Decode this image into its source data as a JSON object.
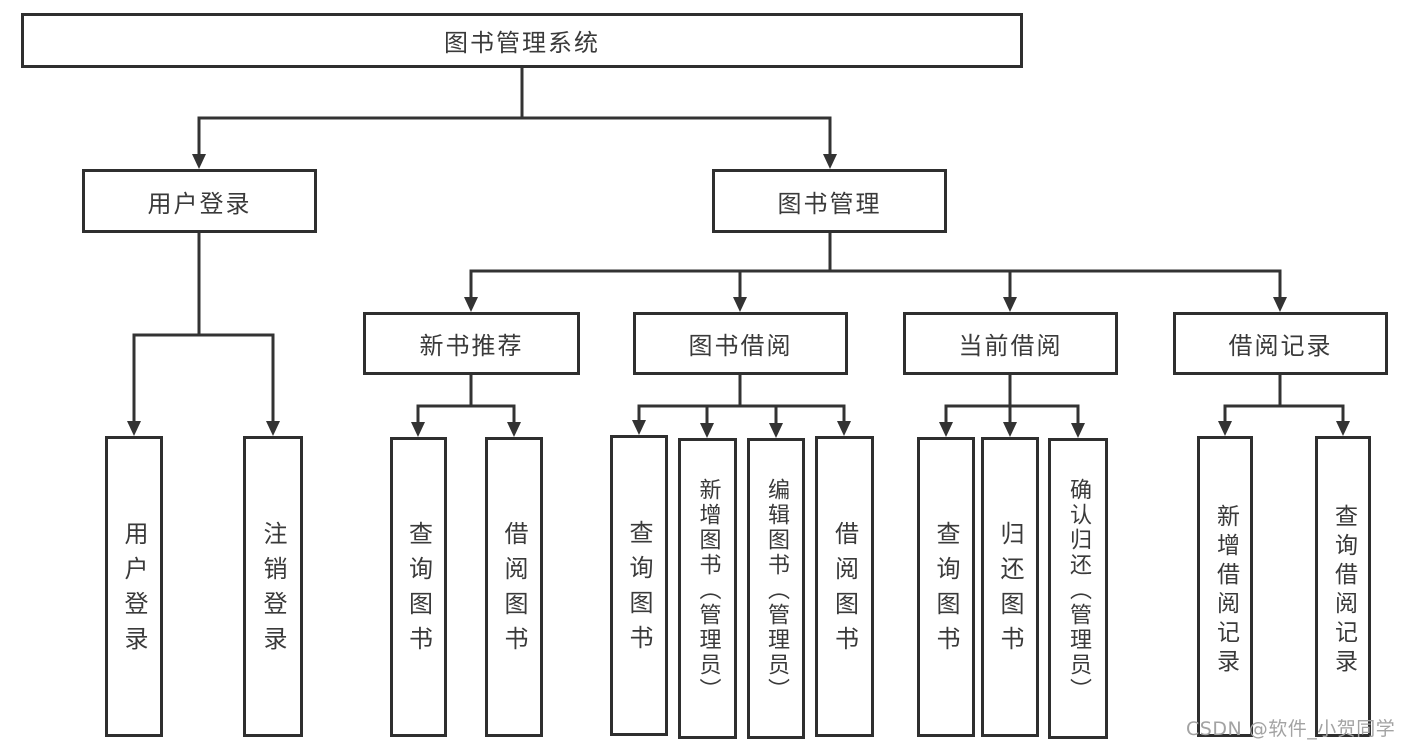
{
  "diagram": {
    "title": "图书管理系统",
    "watermark": "CSDN @软件_小贺同学",
    "colors": {
      "line": "#333333",
      "box_border": "#2f2f2f",
      "text": "#3a3a3a",
      "watermark": "#a3a3a3",
      "background": "#ffffff"
    },
    "nodes": [
      {
        "id": "root",
        "label": "图书管理系统",
        "parent": null,
        "orientation": "horizontal"
      },
      {
        "id": "user-login",
        "label": "用户登录",
        "parent": "root",
        "orientation": "horizontal"
      },
      {
        "id": "book-management",
        "label": "图书管理",
        "parent": "root",
        "orientation": "horizontal"
      },
      {
        "id": "new-book-recommendation",
        "label": "新书推荐",
        "parent": "book-management",
        "orientation": "horizontal"
      },
      {
        "id": "book-borrowing",
        "label": "图书借阅",
        "parent": "book-management",
        "orientation": "horizontal"
      },
      {
        "id": "current-borrowing",
        "label": "当前借阅",
        "parent": "book-management",
        "orientation": "horizontal"
      },
      {
        "id": "borrowing-records",
        "label": "借阅记录",
        "parent": "book-management",
        "orientation": "horizontal"
      },
      {
        "id": "user-login-action",
        "label": "用户登录",
        "parent": "user-login",
        "orientation": "vertical"
      },
      {
        "id": "logout-action",
        "label": "注销登录",
        "parent": "user-login",
        "orientation": "vertical"
      },
      {
        "id": "query-books-recommend",
        "label": "查询图书",
        "parent": "new-book-recommendation",
        "orientation": "vertical"
      },
      {
        "id": "borrow-books-recommend",
        "label": "借阅图书",
        "parent": "new-book-recommendation",
        "orientation": "vertical"
      },
      {
        "id": "query-books-borrow",
        "label": "查询图书",
        "parent": "book-borrowing",
        "orientation": "vertical"
      },
      {
        "id": "add-books-admin",
        "label": "新增图书（管理员）",
        "parent": "book-borrowing",
        "orientation": "vertical"
      },
      {
        "id": "edit-books-admin",
        "label": "编辑图书（管理员）",
        "parent": "book-borrowing",
        "orientation": "vertical"
      },
      {
        "id": "borrow-books-borrow",
        "label": "借阅图书",
        "parent": "book-borrowing",
        "orientation": "vertical"
      },
      {
        "id": "query-books-current",
        "label": "查询图书",
        "parent": "current-borrowing",
        "orientation": "vertical"
      },
      {
        "id": "return-books",
        "label": "归还图书",
        "parent": "current-borrowing",
        "orientation": "vertical"
      },
      {
        "id": "confirm-return-admin",
        "label": "确认归还（管理员）",
        "parent": "current-borrowing",
        "orientation": "vertical"
      },
      {
        "id": "add-borrowing-record",
        "label": "新增借阅记录",
        "parent": "borrowing-records",
        "orientation": "vertical"
      },
      {
        "id": "query-borrowing-record",
        "label": "查询借阅记录",
        "parent": "borrowing-records",
        "orientation": "vertical"
      }
    ]
  }
}
